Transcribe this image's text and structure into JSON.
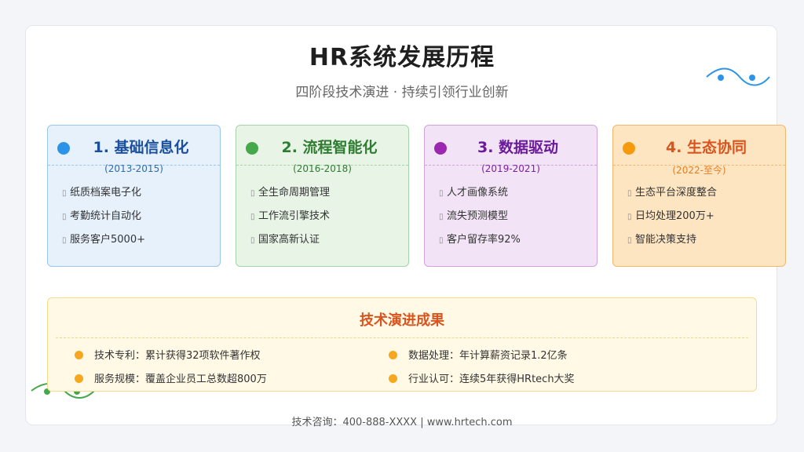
{
  "header": {
    "title": "HR系统发展历程",
    "subtitle": "四阶段技术演进 · 持续引领行业创新"
  },
  "stages": [
    {
      "title": "1. 基础信息化",
      "years": "(2013-2015)",
      "items": [
        "纸质档案电子化",
        "考勤统计自动化",
        "服务客户5000+"
      ],
      "colors": {
        "border": "#9cc6ec",
        "bg": "#e6f1fc",
        "dot": "#2b94e8",
        "title": "#1b4f9c",
        "years": "#2b6cb0"
      }
    },
    {
      "title": "2. 流程智能化",
      "years": "(2016-2018)",
      "items": [
        "全生命周期管理",
        "工作流引擎技术",
        "国家高新认证"
      ],
      "colors": {
        "border": "#a6d4a9",
        "bg": "#e7f4e6",
        "dot": "#45a84b",
        "title": "#2e7d32",
        "years": "#2e7d32"
      }
    },
    {
      "title": "3. 数据驱动",
      "years": "(2019-2021)",
      "items": [
        "人才画像系统",
        "流失预测模型",
        "客户留存率92%"
      ],
      "colors": {
        "border": "#cfa3dc",
        "bg": "#f2e4f6",
        "dot": "#9c27b0",
        "title": "#6a1b9a",
        "years": "#7b1fa2"
      }
    },
    {
      "title": "4. 生态协同",
      "years": "(2022-至今)",
      "items": [
        "生态平台深度整合",
        "日均处理200万+",
        "智能决策支持"
      ],
      "colors": {
        "border": "#f2b96e",
        "bg": "#fde5c2",
        "dot": "#f59a0c",
        "title": "#d9541e",
        "years": "#e67e22"
      }
    }
  ],
  "results": {
    "title": "技术演进成果",
    "items": [
      "技术专利：累计获得32项软件著作权",
      "数据处理：年计算薪资记录1.2亿条",
      "服务规模：覆盖企业员工总数超800万",
      "行业认可：连续5年获得HRtech大奖"
    ]
  },
  "footer": {
    "text": "技术咨询：400-888-XXXX | www.hrtech.com"
  },
  "icons": {
    "bullet": "bullet-icon",
    "wave_top": "wave-icon",
    "wave_bottom": "wave-icon"
  }
}
